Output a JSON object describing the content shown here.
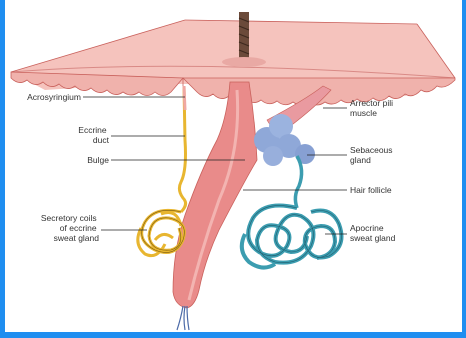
{
  "labels": {
    "acrosyringium": "Acrosyringium",
    "eccrine_duct": [
      "Eccrine",
      "duct"
    ],
    "bulge": "Bulge",
    "secretory_coils": [
      "Secretory coils",
      "of eccrine",
      "sweat gland"
    ],
    "arrector_pili": [
      "Arrector pili",
      "muscle"
    ],
    "sebaceous_gland": [
      "Sebaceous",
      "gland"
    ],
    "hair_follicle": "Hair follicle",
    "apocrine_gland": [
      "Apocrine",
      "sweat gland"
    ]
  },
  "colors": {
    "frame_background": "#1f8ef0",
    "skin_surface": "#f3b8b2",
    "skin_edge": "#c9615c",
    "hair_follicle": "#e98b8a",
    "hair_shaft": "#6b4a3a",
    "eccrine_coil": "#e8b630",
    "apocrine_coil": "#3c9db0",
    "sebaceous": "#8fa8d8",
    "arrector_pili_muscle": "#e99aa0"
  }
}
